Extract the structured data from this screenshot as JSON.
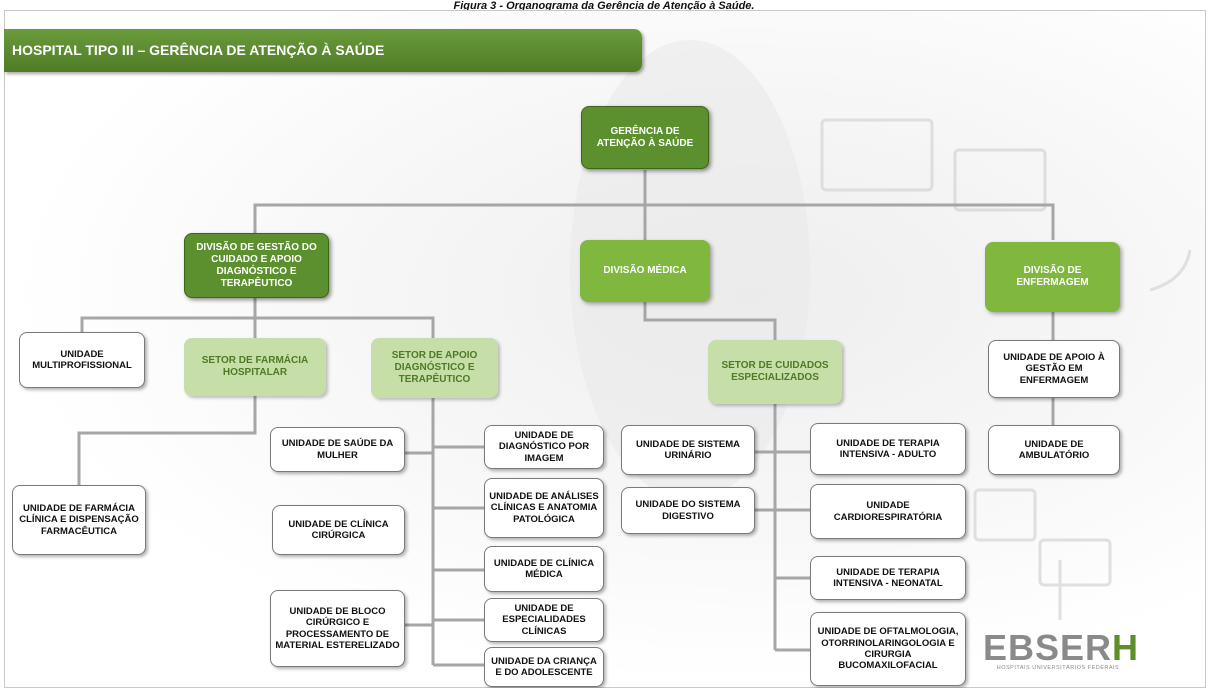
{
  "caption": "Figura 3 - Organograma da Gerência de Atenção à Saúde.",
  "banner": "HOSPITAL TIPO III – GERÊNCIA DE ATENÇÃO À SAÚDE",
  "nodes": {
    "root": "GERÊNCIA DE ATENÇÃO À SAÚDE",
    "div_gestao": "DIVISÃO DE GESTÃO DO CUIDADO E APOIO DIAGNÓSTICO E TERAPÊUTICO",
    "div_medica": "DIVISÃO MÉDICA",
    "div_enfermagem": "DIVISÃO DE ENFERMAGEM",
    "un_multiprofissional": "UNIDADE MULTIPROFISSIONAL",
    "setor_farmacia": "SETOR DE FARMÁCIA HOSPITALAR",
    "setor_apoio": "SETOR DE APOIO DIAGNÓSTICO E TERAPÊUTICO",
    "setor_cuidados": "SETOR DE CUIDADOS ESPECIALIZADOS",
    "un_apoio_gestao_enf": "UNIDADE DE APOIO À GESTÃO EM ENFERMAGEM",
    "un_ambulatorio": "UNIDADE DE AMBULATÓRIO",
    "un_farmacia_clinica": "UNIDADE DE FARMÁCIA CLÍNICA E DISPENSAÇÃO FARMACÊUTICA",
    "un_saude_mulher": "UNIDADE DE SAÚDE DA MULHER",
    "un_clinica_cirurgica": "UNIDADE DE CLÍNICA CIRÚRGICA",
    "un_bloco_cirurgico": "UNIDADE DE BLOCO CIRÚRGICO E PROCESSAMENTO DE MATERIAL ESTERELIZADO",
    "un_diagnostico_imagem": "UNIDADE DE DIAGNÓSTICO POR IMAGEM",
    "un_analises_clinicas": "UNIDADE DE ANÁLISES CLÍNICAS E ANATOMIA PATOLÓGICA",
    "un_clinica_medica": "UNIDADE DE CLÍNICA MÉDICA",
    "un_especialidades_clinicas": "UNIDADE DE ESPECIALIDADES CLÍNICAS",
    "un_crianca_adolescente": "UNIDADE DA CRIANÇA E DO ADOLESCENTE",
    "un_sistema_urinario": "UNIDADE DE SISTEMA URINÁRIO",
    "un_sistema_digestivo": "UNIDADE DO SISTEMA DIGESTIVO",
    "un_uti_adulto": "UNIDADE DE TERAPIA INTENSIVA - ADULTO",
    "un_cardiorrespiratoria": "UNIDADE CARDIORESPIRATÓRIA",
    "un_uti_neonatal": "UNIDADE DE TERAPIA INTENSIVA - NEONATAL",
    "un_oftalmologia": "UNIDADE DE OFTALMOLOGIA, OTORRINOLARINGOLOGIA E CIRURGIA BUCOMAXILOFACIAL"
  },
  "edges": [
    [
      "root",
      "div_gestao"
    ],
    [
      "root",
      "div_medica"
    ],
    [
      "root",
      "div_enfermagem"
    ],
    [
      "div_gestao",
      "un_multiprofissional"
    ],
    [
      "div_gestao",
      "setor_farmacia"
    ],
    [
      "div_gestao",
      "setor_apoio"
    ],
    [
      "setor_farmacia",
      "un_farmacia_clinica"
    ],
    [
      "setor_apoio",
      "un_saude_mulher"
    ],
    [
      "setor_apoio",
      "un_clinica_cirurgica"
    ],
    [
      "setor_apoio",
      "un_bloco_cirurgico"
    ],
    [
      "setor_apoio",
      "un_diagnostico_imagem"
    ],
    [
      "setor_apoio",
      "un_analises_clinicas"
    ],
    [
      "setor_apoio",
      "un_clinica_medica"
    ],
    [
      "setor_apoio",
      "un_especialidades_clinicas"
    ],
    [
      "setor_apoio",
      "un_crianca_adolescente"
    ],
    [
      "div_medica",
      "setor_cuidados"
    ],
    [
      "setor_cuidados",
      "un_sistema_urinario"
    ],
    [
      "setor_cuidados",
      "un_sistema_digestivo"
    ],
    [
      "setor_cuidados",
      "un_uti_adulto"
    ],
    [
      "setor_cuidados",
      "un_cardiorrespiratoria"
    ],
    [
      "setor_cuidados",
      "un_uti_neonatal"
    ],
    [
      "setor_cuidados",
      "un_oftalmologia"
    ],
    [
      "div_enfermagem",
      "un_apoio_gestao_enf"
    ],
    [
      "un_apoio_gestao_enf",
      "un_ambulatorio"
    ]
  ],
  "logo": {
    "text": "EBSERH",
    "tagline": "HOSPITAIS UNIVERSITÁRIOS FEDERAIS",
    "gray": "#8a8a8a",
    "green": "#5f8f2c"
  },
  "colors": {
    "dark_green": "#5c8f2e",
    "mid_green": "#7fb73f",
    "light_green": "#c6dfa8",
    "connector": "#a6a6a6"
  }
}
